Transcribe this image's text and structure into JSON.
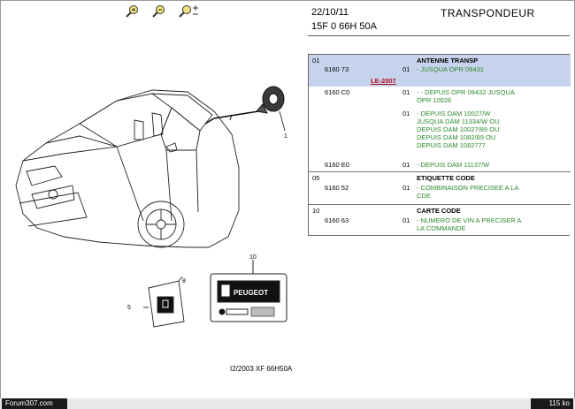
{
  "toolbar": {
    "buttons": [
      {
        "icon": "zoom-in-icon"
      },
      {
        "icon": "zoom-out-icon"
      },
      {
        "icon": "zoom-fit-icon"
      }
    ]
  },
  "header": {
    "date": "22/10/11",
    "title": "TRANSPONDEUR",
    "reference": "15F 0 66H 50A"
  },
  "illustration": {
    "callouts": [
      "1",
      "5",
      "8",
      "10"
    ],
    "badge_text": "PEUGEOT",
    "caption": "I2/2003  XF 66H50A"
  },
  "parts": [
    {
      "group": "01",
      "title": "ANTENNE TRANSP",
      "highlighted": true,
      "rows": [
        {
          "ref": "6160 73",
          "qty": "01",
          "desc": [
            "- JUSQUA OPR 09431"
          ],
          "link": "LE-2007"
        }
      ]
    },
    {
      "group": "",
      "title": "",
      "highlighted": false,
      "rows": [
        {
          "ref": "6160 C0",
          "qty": "01",
          "desc": [
            "- - DEPUIS OPR 09432 JUSQUA",
            "OPR 10026"
          ]
        },
        {
          "ref": "",
          "qty": "01",
          "desc": [
            "- DEPUIS DAM 10027/W",
            "JUSQUA DAM 11334/W OU",
            "DEPUIS DAM 10027/89 OU",
            "DEPUIS DAM 1082/89 OU",
            "DEPUIS DAM 1082777"
          ]
        },
        {
          "ref": "6160 E0",
          "qty": "01",
          "desc": [
            "- DEPUIS DAM 11137/W"
          ]
        }
      ]
    },
    {
      "group": "05",
      "title": "ETIQUETTE CODE",
      "highlighted": false,
      "rows": [
        {
          "ref": "6160 52",
          "qty": "01",
          "desc": [
            "- COMBINAISON PRECISEE A LA",
            "CDE"
          ]
        }
      ]
    },
    {
      "group": "10",
      "title": "CARTE CODE",
      "highlighted": false,
      "rows": [
        {
          "ref": "6160 63",
          "qty": "01",
          "desc": [
            "- NUMERO DE VIN A PRECISER A",
            "LA COMMANDE"
          ]
        }
      ]
    }
  ],
  "status": {
    "site": "Forum307.com",
    "size": "115 ko"
  },
  "colors": {
    "highlight": "#c7d3ec",
    "desc_text": "#2a8a2a",
    "link_text": "#b01020"
  }
}
